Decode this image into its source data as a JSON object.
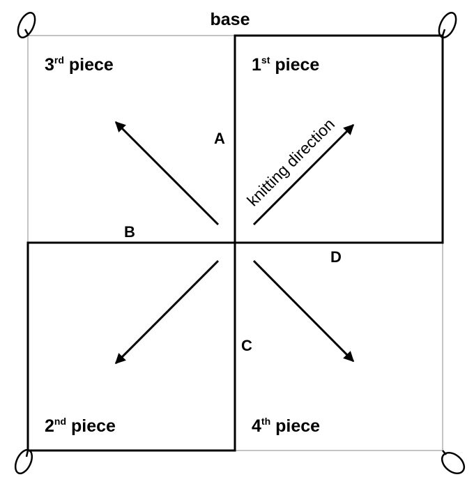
{
  "base_label": "base",
  "pieces": {
    "first": {
      "number": "1",
      "suffix": "st",
      "word": "piece"
    },
    "second": {
      "number": "2",
      "suffix": "nd",
      "word": "piece"
    },
    "third": {
      "number": "3",
      "suffix": "rd",
      "word": "piece"
    },
    "fourth": {
      "number": "4",
      "suffix": "th",
      "word": "piece"
    }
  },
  "edges": {
    "a": "A",
    "b": "B",
    "c": "C",
    "d": "D"
  },
  "direction_label": "knitting direction",
  "colors": {
    "ink": "#000000",
    "outline": "#b0b0b0",
    "background": "#ffffff"
  }
}
